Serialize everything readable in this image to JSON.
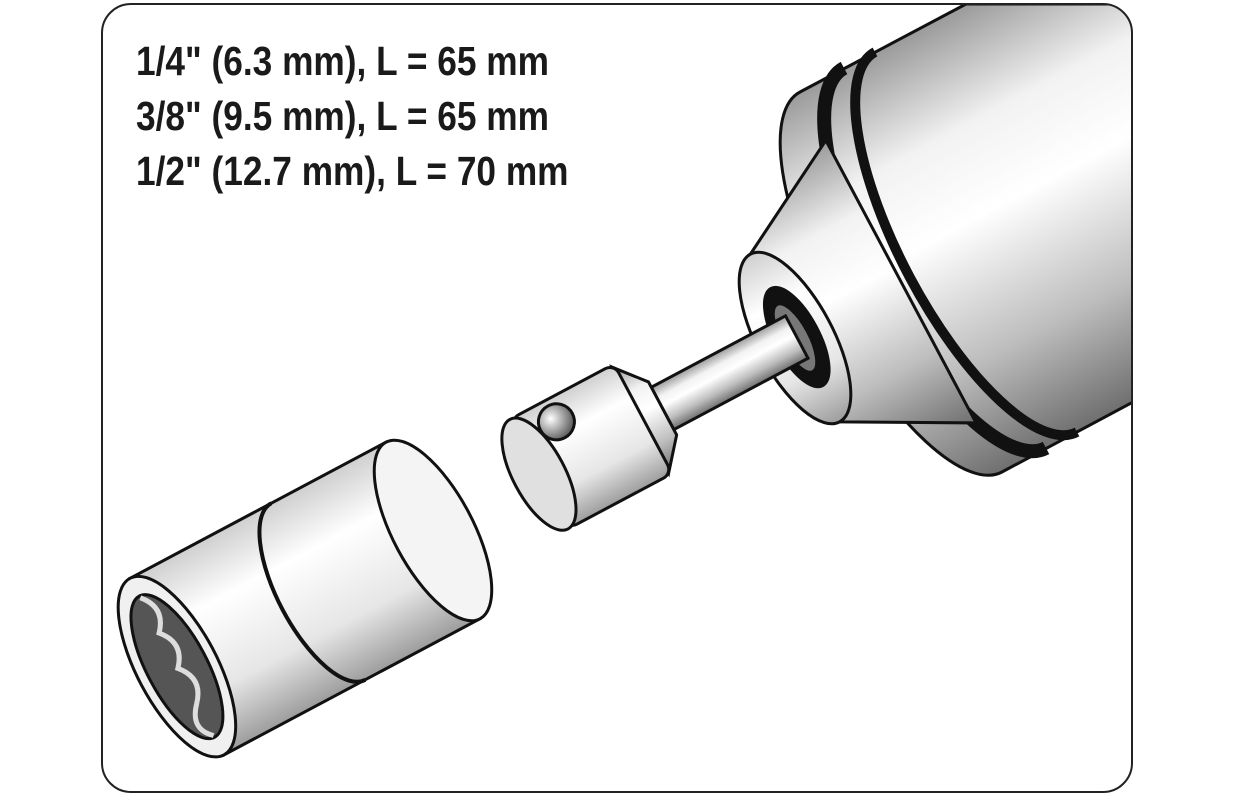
{
  "specs": {
    "lines": [
      "1/4\" (6.3 mm), L = 65 mm",
      "3/8\" (9.5 mm), L = 65 mm",
      "1/2\" (12.7 mm), L = 70 mm"
    ]
  },
  "illustration": {
    "parts": [
      "drill-chuck",
      "socket-adapter",
      "socket"
    ]
  }
}
